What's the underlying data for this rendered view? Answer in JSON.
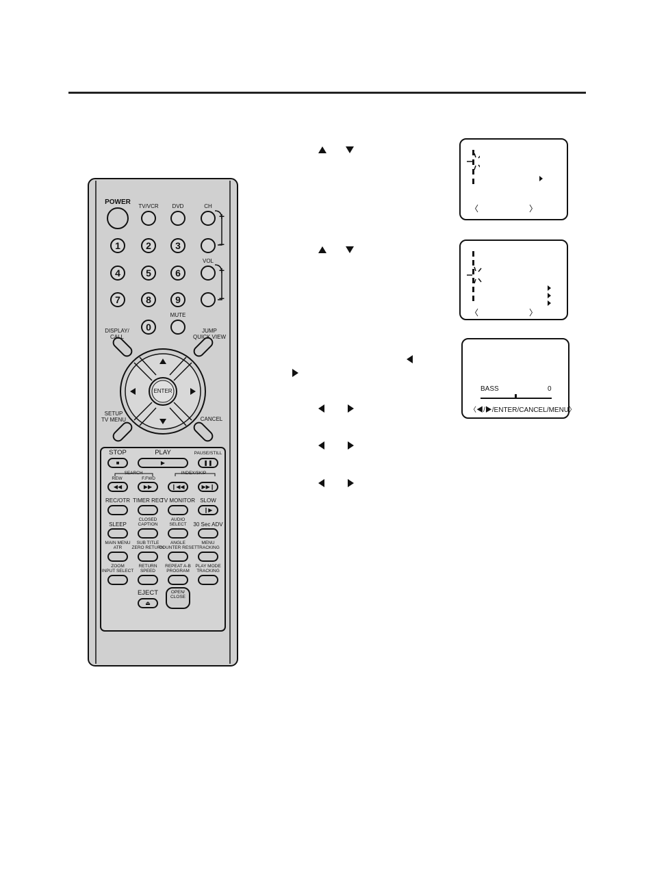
{
  "remote": {
    "top_row": {
      "power": "POWER",
      "tvvcr": "TV/VCR",
      "dvd": "DVD",
      "ch": "CH",
      "plus": "+",
      "minus": "−"
    },
    "numbers": [
      "1",
      "2",
      "3",
      "4",
      "5",
      "6",
      "7",
      "8",
      "9",
      "0"
    ],
    "vol": "VOL",
    "mute": "MUTE",
    "display_call": "DISPLAY/\nCALL",
    "jump": "JUMP\nQUICK VIEW",
    "enter": "ENTER",
    "setup": "SETUP\nTV MENU",
    "cancel": "CANCEL",
    "transport": {
      "stop": "STOP",
      "play": "PLAY",
      "pause": "PAUSE/STILL",
      "search": "SEARCH",
      "rew": "REW",
      "ffwd": "F.FWD",
      "index": "INDEX/SKIP"
    },
    "rec_otr": "REC/OTR",
    "timer_rec": "TIMER REC",
    "tv_monitor": "TV MONITOR",
    "slow": "SLOW",
    "sleep": "SLEEP",
    "closed_caption": "CLOSED\nCAPTION",
    "audio_select": "AUDIO\nSELECT",
    "adv": "30 Sec ADV",
    "main_menu": "MAIN MENU\nATR",
    "sub_title": "SUB TITLE\nZERO RETURN",
    "angle": "ANGLE\nCOUNTER RESET",
    "menu_tracking": "MENU\nTRACKING",
    "zoom": "ZOOM\nINPUT SELECT",
    "return_speed": "RETURN\nSPEED",
    "repeat": "REPEAT A-B\nPROGRAM",
    "play_mode": "PLAY MODE\nTRACKING",
    "eject": "EJECT",
    "open_close": "OPEN/\nCLOSE"
  },
  "osd3": {
    "label": "BASS",
    "value": "0",
    "nav": "〈◀/▶/ENTER/CANCEL/MENU〉"
  }
}
